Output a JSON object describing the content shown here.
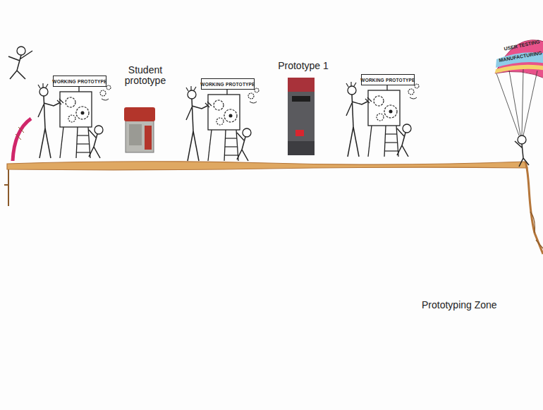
{
  "diagram": {
    "nodes": [
      {
        "text": [
          "WORKING PROTOTYPE"
        ]
      },
      {
        "text": [
          "WORKING PROTOTYPE"
        ]
      },
      {
        "text": [
          "WORKING PROTOTYPE"
        ]
      }
    ],
    "labels": [
      "Student prototype",
      "Prototype 1",
      "USER TESTING",
      "MANUFACTURING",
      "Prototyping Zone"
    ]
  }
}
